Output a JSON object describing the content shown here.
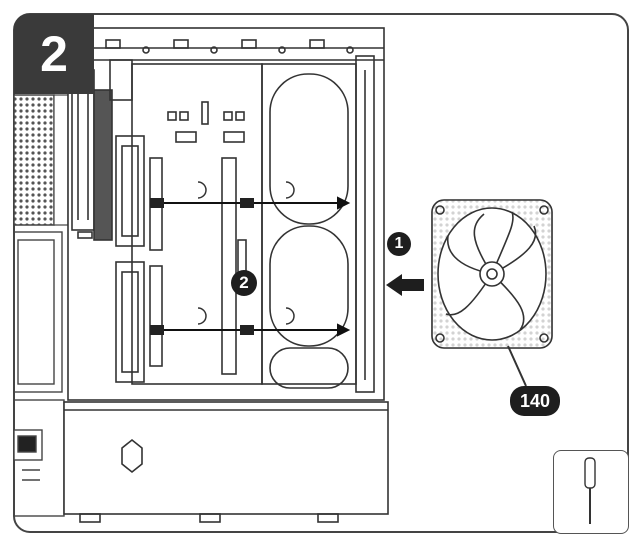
{
  "step": {
    "number": "2"
  },
  "callouts": [
    {
      "label": "1"
    },
    {
      "label": "2"
    }
  ],
  "fan": {
    "size_label": "140"
  },
  "colors": {
    "badge_fill": "#3a3a3a",
    "callout_fill": "#1e1e1e",
    "line": "#333333",
    "hatch": "#555555",
    "background": "#ffffff"
  },
  "icons": {
    "tool": "screwdriver-icon",
    "fan": "fan-icon"
  }
}
